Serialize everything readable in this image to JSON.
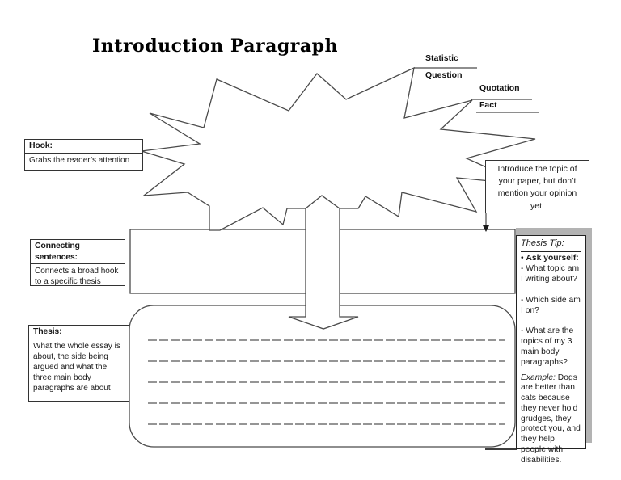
{
  "page": {
    "title": "Introduction Paragraph"
  },
  "hook_types": {
    "statistic": "Statistic",
    "question": "Question",
    "quotation": "Quotation",
    "fact": "Fact"
  },
  "hook_box": {
    "heading": "Hook:",
    "body": "Grabs the reader’s attention"
  },
  "connecting_box": {
    "heading": "Connecting sentences:",
    "body": "Connects a broad hook to a specific thesis"
  },
  "thesis_box": {
    "heading": "Thesis:",
    "body": "What the whole essay is about, the side being argued and what the three main body paragraphs are about"
  },
  "intro_note": {
    "body": "Introduce the topic of your paper, but don’t mention your opinion yet."
  },
  "thesis_tip": {
    "heading": "Thesis Tip:",
    "bullet": "•",
    "ask_label": "Ask yourself:",
    "questions": [
      "- What topic am I writing about?",
      "- Which side am I on?",
      "- What are the topics of my 3 main body paragraphs?"
    ],
    "example_label": "Example:",
    "example_text": " Dogs are better than cats because they never hold grudges, they protect you, and they help people with disabilities."
  },
  "writing_area": {
    "line_count": 5
  },
  "colors": {
    "outline": "#4a4a4a",
    "text": "#1a1a1a",
    "shadow": "#b3b3b3"
  }
}
